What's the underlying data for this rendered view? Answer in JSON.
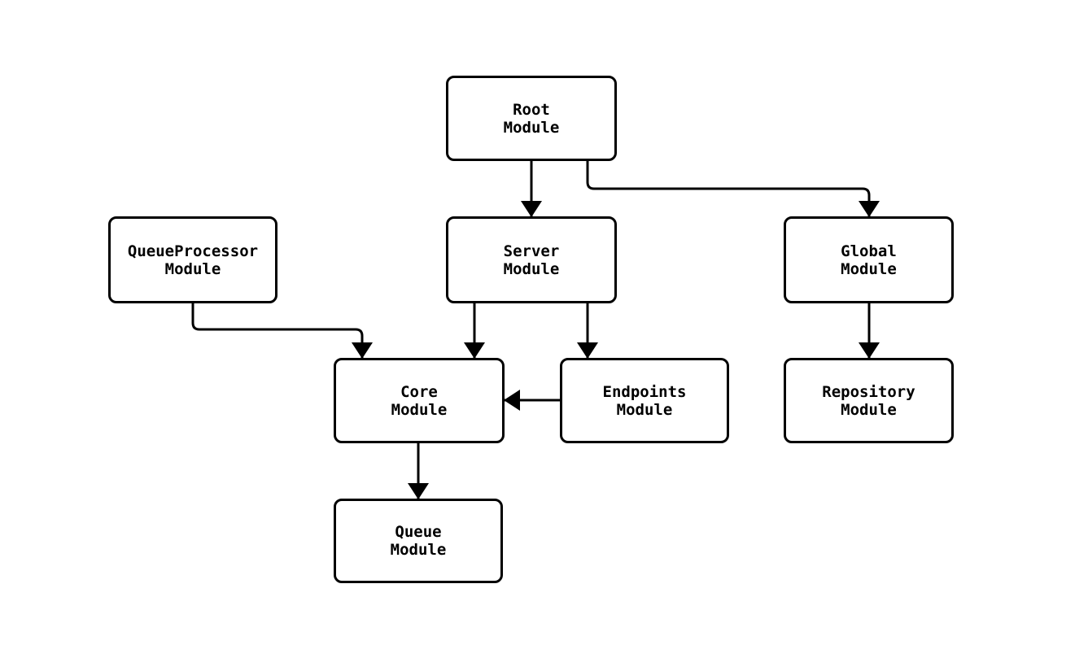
{
  "diagram": {
    "type": "module-dependency-flowchart",
    "background_color": "#ffffff",
    "node_fill_color": "#ffffff",
    "stroke_color": "#000000",
    "text_color": "#000000",
    "nodes": [
      {
        "id": "root",
        "label": "Root\nModule"
      },
      {
        "id": "queueprocessor",
        "label": "QueueProcessor\nModule"
      },
      {
        "id": "server",
        "label": "Server\nModule"
      },
      {
        "id": "global",
        "label": "Global\nModule"
      },
      {
        "id": "core",
        "label": "Core\nModule"
      },
      {
        "id": "endpoints",
        "label": "Endpoints\nModule"
      },
      {
        "id": "repository",
        "label": "Repository\nModule"
      },
      {
        "id": "queue",
        "label": "Queue\nModule"
      }
    ],
    "edges": [
      {
        "from": "root",
        "to": "server"
      },
      {
        "from": "root",
        "to": "global"
      },
      {
        "from": "queueprocessor",
        "to": "core"
      },
      {
        "from": "server",
        "to": "core"
      },
      {
        "from": "server",
        "to": "endpoints"
      },
      {
        "from": "global",
        "to": "repository"
      },
      {
        "from": "endpoints",
        "to": "core"
      },
      {
        "from": "core",
        "to": "queue"
      }
    ]
  }
}
